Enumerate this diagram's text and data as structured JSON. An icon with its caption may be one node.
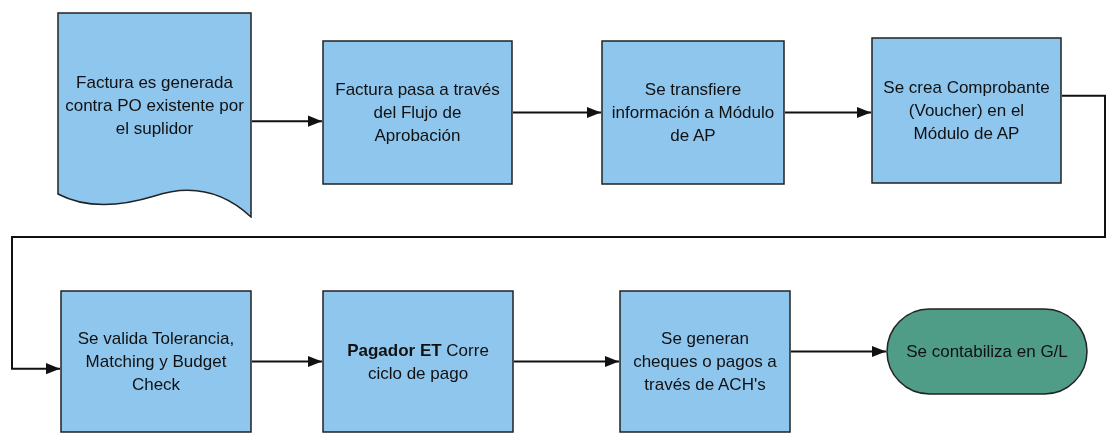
{
  "diagram": {
    "nodes": [
      {
        "text": [
          "Factura es generada contra PO existente por el suplidor"
        ]
      },
      {
        "text": [
          "Factura pasa a través del Flujo de Aprobación"
        ]
      },
      {
        "text": [
          "Se transfiere información a Módulo de AP"
        ]
      },
      {
        "text": [
          "Se crea Comprobante (Voucher) en el Módulo de AP"
        ]
      },
      {
        "text": [
          "Se valida Tolerancia, Matching y Budget Check"
        ]
      },
      {
        "text": [
          "**Pagador ET** Corre ciclo de pago"
        ]
      },
      {
        "text": [
          "Se generan cheques o pagos a través de ACH's"
        ]
      },
      {
        "text": [
          "Se contabiliza en G/L"
        ]
      }
    ],
    "edges": [
      {
        "from": 0,
        "to": 1,
        "arrow": "to"
      },
      {
        "from": 1,
        "to": 2,
        "arrow": "to"
      },
      {
        "from": 2,
        "to": 3,
        "arrow": "to"
      },
      {
        "from": 3,
        "to": 4,
        "arrow": "to"
      },
      {
        "from": 4,
        "to": 5,
        "arrow": "to"
      },
      {
        "from": 5,
        "to": 6,
        "arrow": "to"
      },
      {
        "from": 6,
        "to": 7,
        "arrow": "to"
      }
    ]
  }
}
